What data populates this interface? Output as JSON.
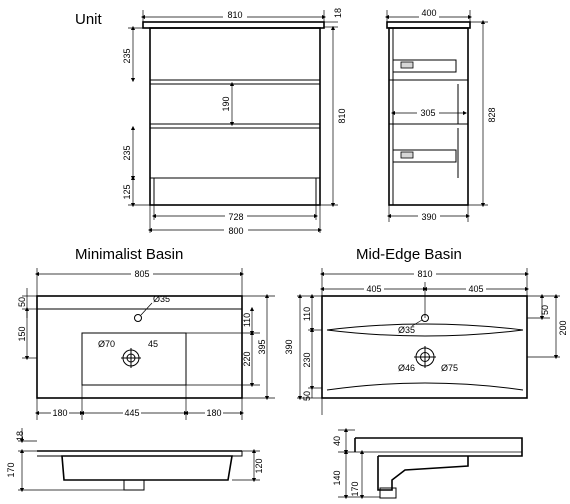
{
  "titles": {
    "unit": "Unit",
    "minimalist": "Minimalist Basin",
    "midedge": "Mid-Edge Basin"
  },
  "unit_front": {
    "width_top": "810",
    "top_thk": "18",
    "drawer1": "235",
    "gap": "190",
    "drawer2": "235",
    "plinth": "125",
    "height": "810",
    "inner_w": "728",
    "outer_w": "800"
  },
  "unit_side": {
    "depth_top": "400",
    "height": "828",
    "inner": "305",
    "depth_bottom": "390"
  },
  "min_plan": {
    "width": "805",
    "top": "50",
    "back": "150",
    "hole": "Ø35",
    "waste": "Ø70",
    "waste2": "45",
    "right1": "110",
    "right2": "220",
    "depth": "395",
    "left": "180",
    "mid": "445",
    "right": "180"
  },
  "mid_plan": {
    "width": "810",
    "half_l": "405",
    "half_r": "405",
    "hole": "Ø35",
    "r50": "50",
    "r200": "200",
    "l110": "110",
    "l230": "230",
    "l50": "50",
    "depth": "390",
    "waste": "Ø46",
    "waste2": "Ø75"
  },
  "min_side": {
    "top": "18",
    "height": "170",
    "right": "120"
  },
  "mid_side": {
    "top": "40",
    "bowl": "140",
    "bottom": "170"
  }
}
